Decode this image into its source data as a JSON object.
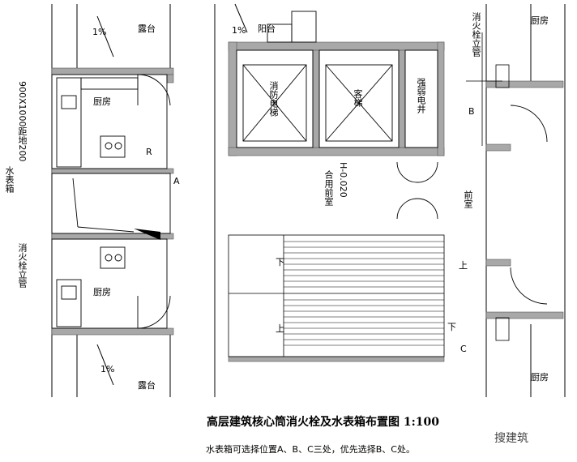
{
  "title": "高层建筑核心筒消火栓及水表箱布置图 1:100",
  "note": "水表箱可选择位置A、B、C三处，优先选择B、C处。",
  "watermark": "搜建筑",
  "labels": {
    "balcony": "阳台",
    "balcony_top": "阳台",
    "balcony_bottom": "露台",
    "kitchen": "厨房",
    "fire_elevator": "消防电梯",
    "elevator": "客梯",
    "weak_shaft": "强弱电井",
    "shared_lobby": "合用前室",
    "elevation": "H-0.020",
    "lobby": "前室",
    "meter_box": "水表箱",
    "meter_box_size": "900X1000距地200",
    "hydrant_riser": "消火栓立管",
    "pos_a": "A",
    "pos_b": "B",
    "pos_c": "C",
    "up": "上",
    "down": "下",
    "r": "R",
    "slope": "1%"
  },
  "colors": {
    "line": "#000000",
    "wall": "#9a9a9a",
    "hatch": "#555555"
  }
}
